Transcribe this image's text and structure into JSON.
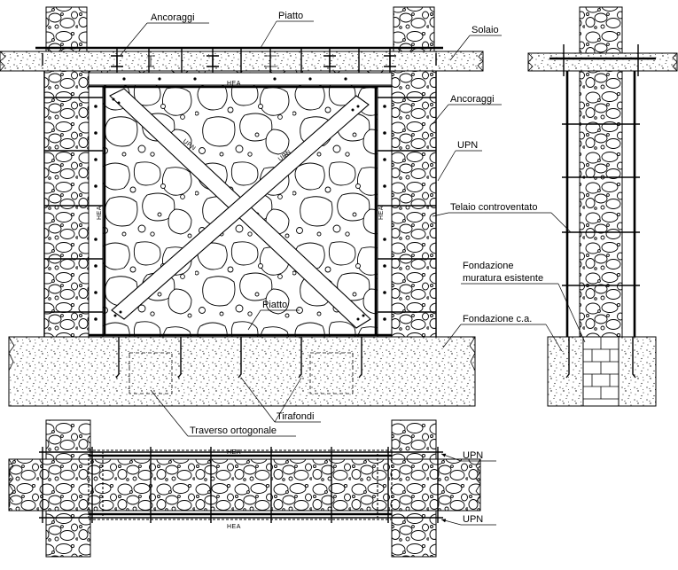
{
  "labels": {
    "ancoraggi_top": "Ancoraggi",
    "piatto_top": "Piatto",
    "solaio": "Solaio",
    "ancoraggi_right": "Ancoraggi",
    "upn_right": "UPN",
    "telaio": "Telaio controventato",
    "fondazione_esistente_1": "Fondazione",
    "fondazione_esistente_2": "muratura esistente",
    "fondazione_ca": "Fondazione c.a.",
    "piatto_inner": "Piatto",
    "tirafondi": "Tirafondi",
    "traverso": "Traverso ortogonale",
    "upn_plan_top": "UPN",
    "upn_plan_bottom": "UPN"
  },
  "profile_tags": {
    "hea_top": "HEA",
    "hea_left": "HEA",
    "hea_right": "HEA",
    "upn_diag_1": "UPN",
    "upn_diag_2": "UPN",
    "hea_plan_top": "HEA",
    "hea_plan_bottom": "HEA"
  },
  "colors": {
    "line": "#000000",
    "paper": "#ffffff",
    "stipple": "#000000"
  }
}
